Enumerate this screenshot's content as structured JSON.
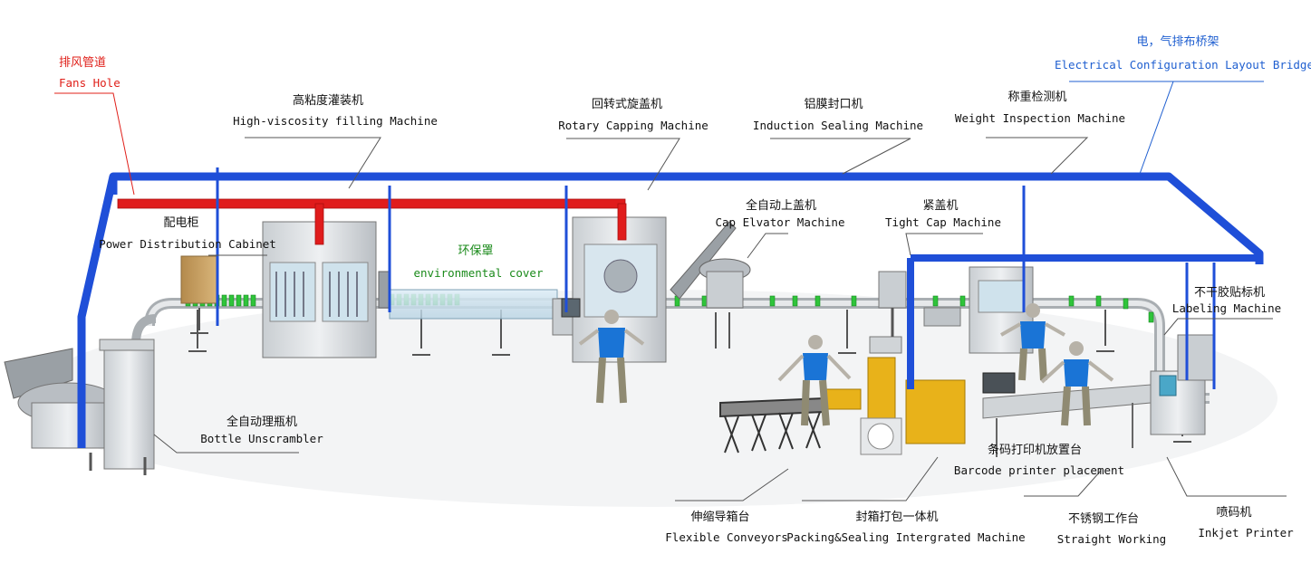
{
  "colors": {
    "frame_blue": "#1f4fd8",
    "duct_red": "#e01c1c",
    "machine_gray": "#d9dde0",
    "bottle_green": "#2fc43a",
    "worker_blue": "#1a74d6",
    "packing_yellow": "#e8b21a"
  },
  "labels": {
    "fans_hole": {
      "cn": "排风管道",
      "en": "Fans Hole"
    },
    "power_cabinet": {
      "cn": "配电柜",
      "en": "Power Distribution Cabinet"
    },
    "filling": {
      "cn": "高粘度灌装机",
      "en": "High-viscosity filling Machine"
    },
    "env_cover": {
      "cn": "环保罩",
      "en": "environmental cover"
    },
    "rotary_capping": {
      "cn": "回转式旋盖机",
      "en": "Rotary Capping Machine"
    },
    "cap_elevator": {
      "cn": "全自动上盖机",
      "en": "Cap Elvator Machine"
    },
    "induction_sealing": {
      "cn": "铝膜封口机",
      "en": "Induction Sealing Machine"
    },
    "tight_cap": {
      "cn": "紧盖机",
      "en": "Tight Cap Machine"
    },
    "weight_inspection": {
      "cn": "称重检测机",
      "en": "Weight Inspection Machine"
    },
    "electrical_bridge": {
      "cn": "电，气排布桥架",
      "en": "Electrical Configuration Layout Bridge"
    },
    "labeling": {
      "cn": "不干胶贴标机",
      "en": "Labeling Machine"
    },
    "unscrambler": {
      "cn": "全自动理瓶机",
      "en": "Bottle Unscrambler"
    },
    "barcode": {
      "cn": "条码打印机放置台",
      "en": "Barcode printer placement"
    },
    "flexible": {
      "cn": "伸缩导箱台",
      "en": "Flexible Conveyors"
    },
    "packing": {
      "cn": "封箱打包一体机",
      "en": "Packing&Sealing Intergrated Machine"
    },
    "straight": {
      "cn": "不锈钢工作台",
      "en": "Straight Working"
    },
    "inkjet": {
      "cn": "喷码机",
      "en": "Inkjet Printer"
    }
  }
}
